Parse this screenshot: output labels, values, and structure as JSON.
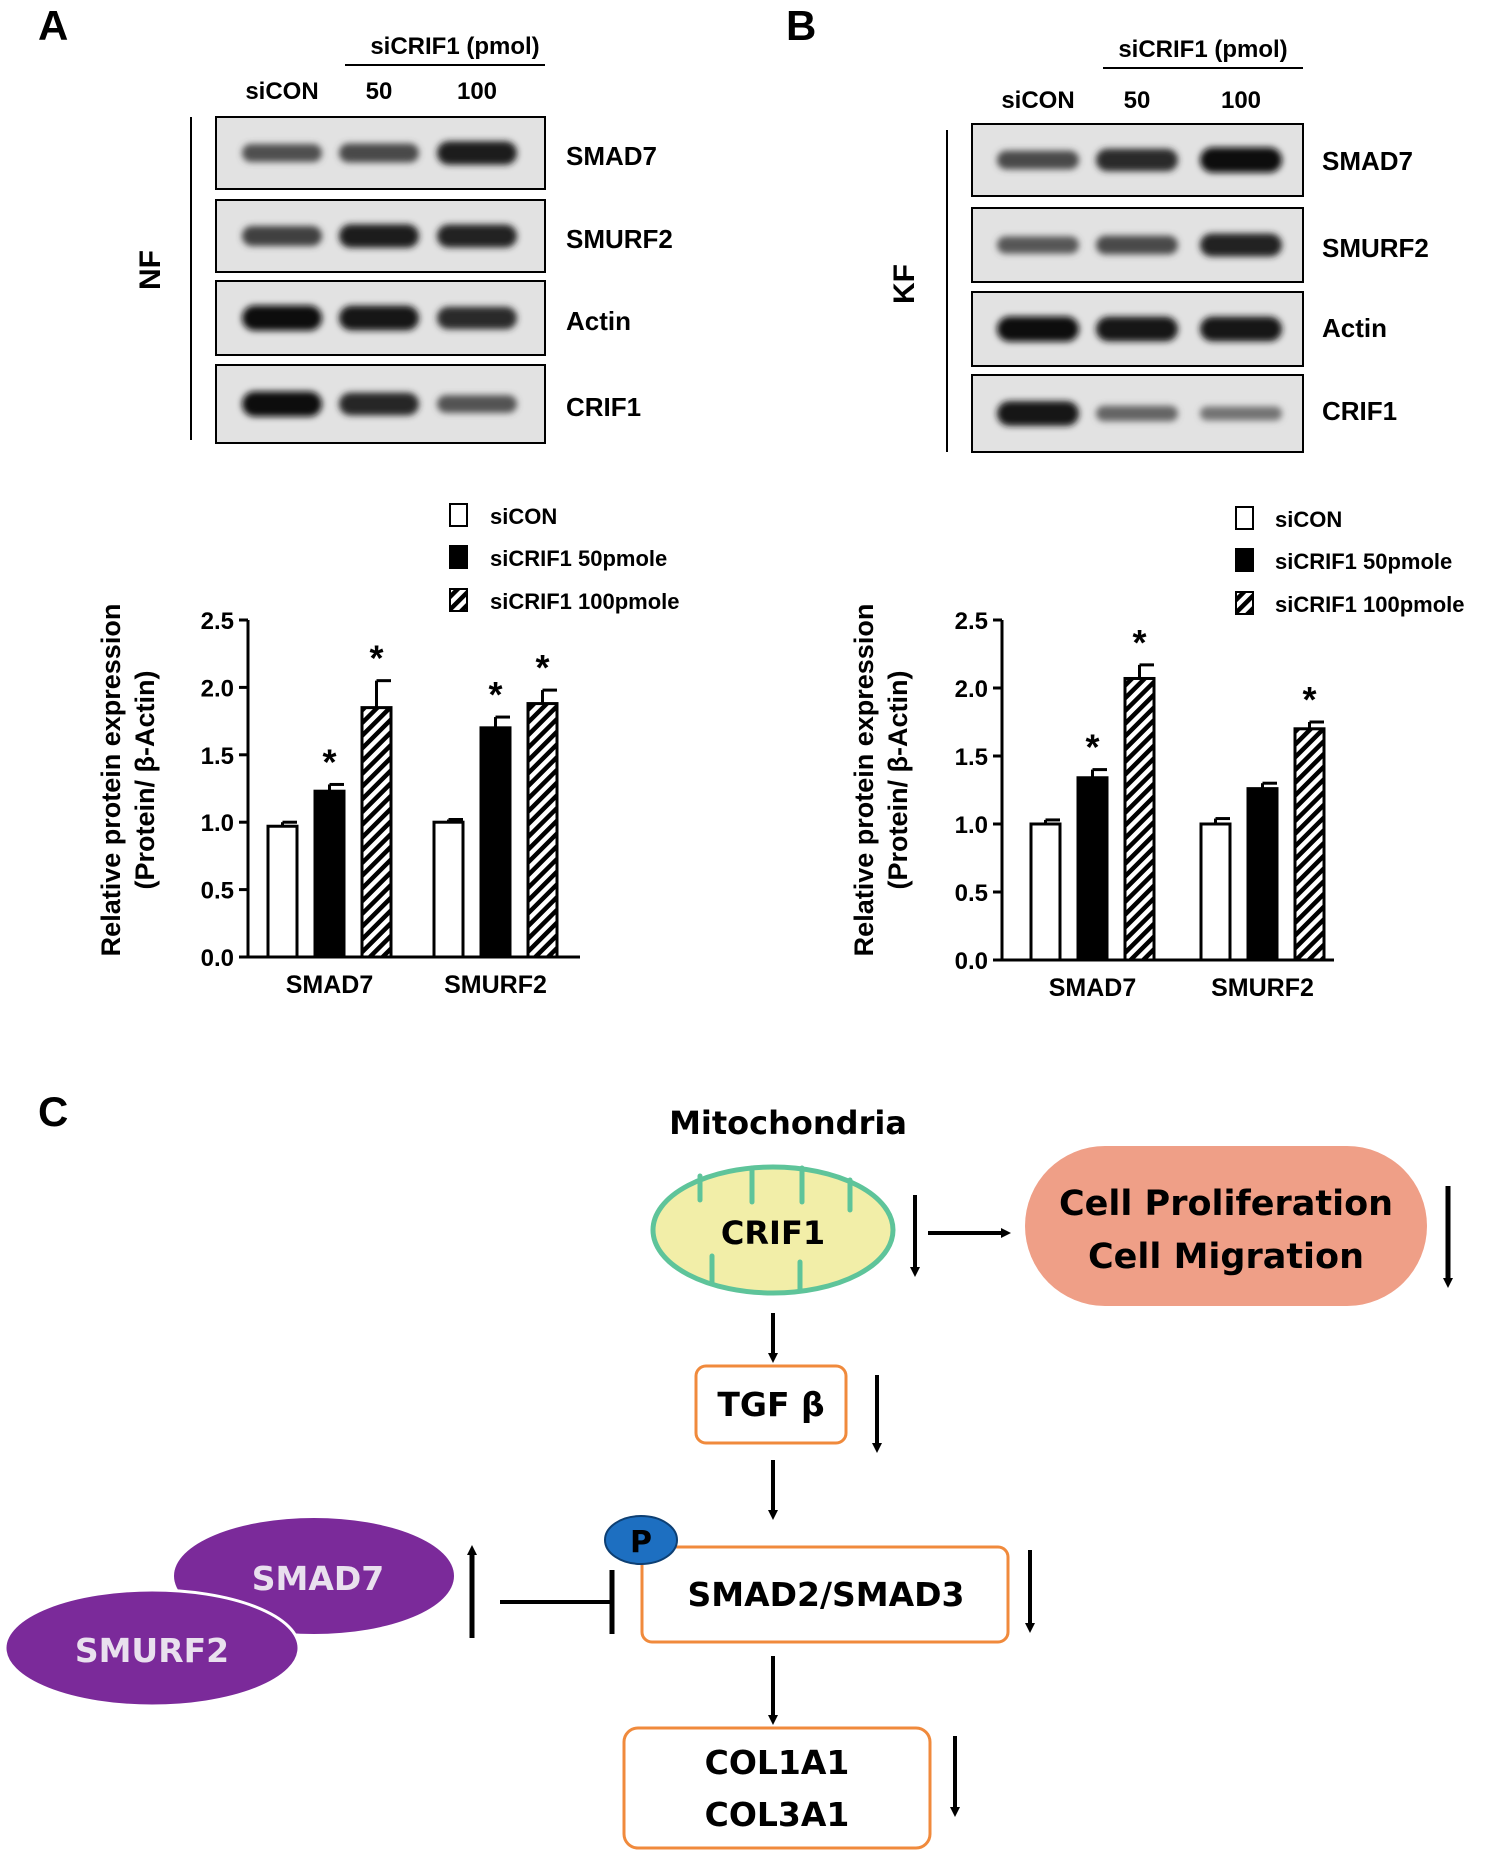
{
  "panels": {
    "a": "A",
    "b": "B",
    "c": "C"
  },
  "blots": [
    {
      "group_label": "NF",
      "treatment_header": "siCRIF1 (pmol)",
      "lanes": [
        "siCON",
        "50",
        "100"
      ],
      "bands": [
        {
          "name": "SMAD7",
          "intensity": [
            0.5,
            0.56,
            0.85
          ]
        },
        {
          "name": "SMURF2",
          "intensity": [
            0.62,
            0.85,
            0.82
          ]
        },
        {
          "name": "Actin",
          "intensity": [
            0.95,
            0.92,
            0.78
          ]
        },
        {
          "name": "CRIF1",
          "intensity": [
            0.95,
            0.8,
            0.48
          ]
        }
      ]
    },
    {
      "group_label": "KF",
      "treatment_header": "siCRIF1 (pmol)",
      "lanes": [
        "siCON",
        "50",
        "100"
      ],
      "bands": [
        {
          "name": "SMAD7",
          "intensity": [
            0.55,
            0.78,
            0.95
          ]
        },
        {
          "name": "SMURF2",
          "intensity": [
            0.45,
            0.55,
            0.82
          ]
        },
        {
          "name": "Actin",
          "intensity": [
            0.95,
            0.92,
            0.92
          ]
        },
        {
          "name": "CRIF1",
          "intensity": [
            0.92,
            0.35,
            0.25
          ]
        }
      ]
    }
  ],
  "chart_data": [
    {
      "type": "bar",
      "categories": [
        "SMAD7",
        "SMURF2"
      ],
      "series": [
        {
          "name": "siCON",
          "values": [
            0.97,
            1.0
          ],
          "errors": [
            0.03,
            0.02
          ],
          "fill": "white",
          "sig": [
            false,
            false
          ]
        },
        {
          "name": "siCRIF1 50pmole",
          "values": [
            1.23,
            1.7
          ],
          "errors": [
            0.05,
            0.08
          ],
          "fill": "black",
          "sig": [
            true,
            true
          ]
        },
        {
          "name": "siCRIF1 100pmole",
          "values": [
            1.85,
            1.88
          ],
          "errors": [
            0.2,
            0.1
          ],
          "fill": "hatch",
          "sig": [
            true,
            true
          ]
        }
      ],
      "ylabel": [
        "Relative protein expression",
        "(Protein/ β-Actin)"
      ],
      "ylim": [
        0,
        2.5
      ],
      "yticks": [
        "0.0",
        "0.5",
        "1.0",
        "1.5",
        "2.0",
        "2.5"
      ],
      "sig_marker": "*",
      "legend_position": "top-right"
    },
    {
      "type": "bar",
      "categories": [
        "SMAD7",
        "SMURF2"
      ],
      "series": [
        {
          "name": "siCON",
          "values": [
            1.0,
            1.0
          ],
          "errors": [
            0.03,
            0.04
          ],
          "fill": "white",
          "sig": [
            false,
            false
          ]
        },
        {
          "name": "siCRIF1 50pmole",
          "values": [
            1.34,
            1.26
          ],
          "errors": [
            0.06,
            0.04
          ],
          "fill": "black",
          "sig": [
            true,
            false
          ]
        },
        {
          "name": "siCRIF1 100pmole",
          "values": [
            2.07,
            1.7
          ],
          "errors": [
            0.1,
            0.05
          ],
          "fill": "hatch",
          "sig": [
            true,
            true
          ]
        }
      ],
      "ylabel": [
        "Relative protein expression",
        "(Protein/ β-Actin)"
      ],
      "ylim": [
        0,
        2.5
      ],
      "yticks": [
        "0.0",
        "0.5",
        "1.0",
        "1.5",
        "2.0",
        "2.5"
      ],
      "sig_marker": "*",
      "legend_position": "top-right"
    }
  ],
  "diagram": {
    "title": "Mitochondria",
    "crif1": "CRIF1",
    "outcome_line1": "Cell Proliferation",
    "outcome_line2": "Cell Migration",
    "tgf": "TGF β",
    "phospho": "P",
    "smad23": "SMAD2/SMAD3",
    "col_line1": "COL1A1",
    "col_line2": "COL3A1",
    "smad7": "SMAD7",
    "smurf2": "SMURF2",
    "colors": {
      "mito_fill": "#f2eea8",
      "mito_stroke": "#5ec49a",
      "outcome_fill": "#ef9f87",
      "box_stroke": "#f08a3c",
      "purple": "#7b2a9a",
      "phospho_fill": "#1d6fc1"
    }
  }
}
